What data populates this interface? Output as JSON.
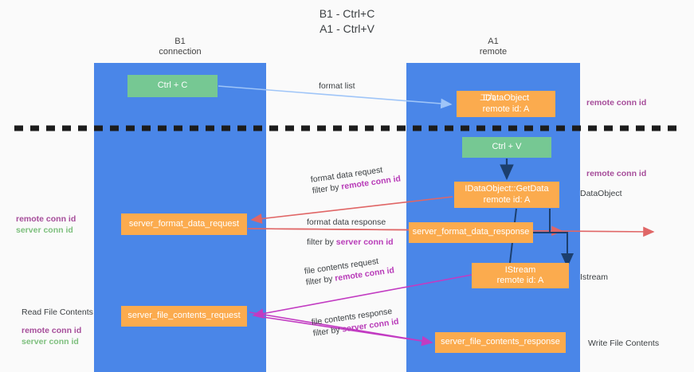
{
  "title": "B1 - Ctrl+C\nA1 - Ctrl+V",
  "lanes": [
    {
      "name": "b1",
      "header": "B1\nconnection",
      "color": "#4a86e8"
    },
    {
      "name": "a1",
      "header": "A1\nremote",
      "color": "#4a86e8"
    }
  ],
  "nodes": {
    "ctrl_c": {
      "label": "Ctrl + C",
      "color": "#76c893"
    },
    "idataobject": {
      "label": "IDataObject",
      "sub": "remote id: A",
      "color": "#fbab4e"
    },
    "ctrl_v": {
      "label": "Ctrl + V",
      "color": "#76c893"
    },
    "getdata": {
      "label": "IDataObject::GetData",
      "sub": "remote id: A",
      "color": "#fbab4e"
    },
    "format_data_request": {
      "label": "server_format_data_request",
      "color": "#fbab4e"
    },
    "format_data_response": {
      "label": "server_format_data_response",
      "color": "#fbab4e"
    },
    "istream": {
      "label": "IStream",
      "sub": "remote id: A",
      "color": "#fbab4e"
    },
    "file_contents_request": {
      "label": "server_file_contents_request",
      "color": "#fbab4e"
    },
    "file_contents_response": {
      "label": "server_file_contents_response",
      "color": "#fbab4e"
    }
  },
  "edges": {
    "format_list": {
      "label": "format list",
      "color": "#9fc5f8"
    },
    "format_data_request": {
      "label": "format data request",
      "filter_prefix": "filter by ",
      "filter_key": "remote conn id",
      "color": "#e06666"
    },
    "format_data_response": {
      "label": "format data response",
      "filter_prefix": "filter by ",
      "filter_key": "server conn id",
      "color": "#e06666"
    },
    "file_contents_request": {
      "label": "file contents request",
      "filter_prefix": "filter by ",
      "filter_key": "remote conn id",
      "color": "#c23bc2"
    },
    "file_contents_response": {
      "label": "file contents response",
      "filter_prefix": "filter by ",
      "filter_key": "server conn id",
      "color": "#c23bc2"
    }
  },
  "side_labels": {
    "right_top_conn": "remote conn id",
    "right_mid_conn": "remote conn id",
    "dataobject": "DataObject",
    "istream": "Istream",
    "write_file_contents": "Write File Contents",
    "read_file_contents": "Read File Contents",
    "left_remote_conn": "remote conn id",
    "left_server_conn": "server conn id"
  },
  "colors": {
    "lane": "#4a86e8",
    "green_box": "#76c893",
    "orange_box": "#fbab4e",
    "red_arrow": "#e06666",
    "magenta_arrow": "#c23bc2",
    "blue_arrow": "#9fc5f8",
    "purple_text": "#a64d9a",
    "green_text": "#7dbf7d",
    "divider": "#1c1c1c",
    "background": "#fafafa"
  }
}
